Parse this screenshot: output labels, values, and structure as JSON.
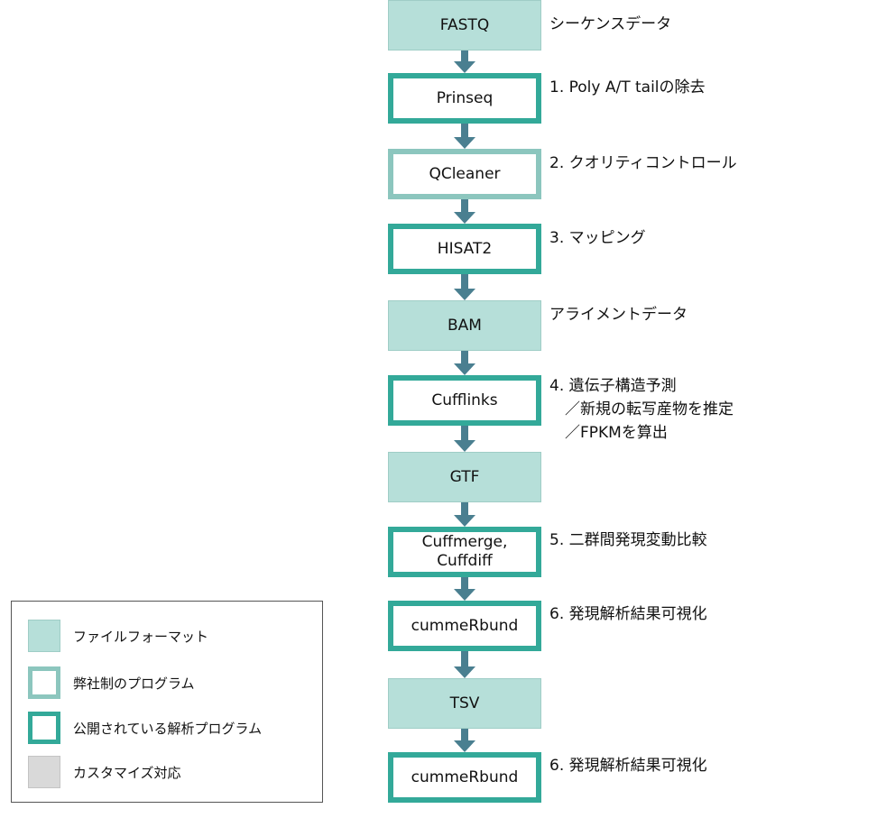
{
  "colors": {
    "file_fill": "#b6dfd9",
    "public_border": "#33a999",
    "inhouse_border": "#8cc6be",
    "custom_fill": "#d9d9d9",
    "arrow": "#4a7f90"
  },
  "flow": [
    {
      "text": "FASTQ",
      "kind": "file",
      "label": "シーケンスデータ"
    },
    {
      "text": "Prinseq",
      "kind": "public",
      "label": "1. Poly A/T tailの除去"
    },
    {
      "text": "QCleaner",
      "kind": "inhouse",
      "label": "2. クオリティコントロール"
    },
    {
      "text": "HISAT2",
      "kind": "public",
      "label": "3. マッピング"
    },
    {
      "text": "BAM",
      "kind": "file",
      "label": "アライメントデータ"
    },
    {
      "text": "Cufflinks",
      "kind": "public",
      "label": "4. 遺伝子構造予測\n　／新規の転写産物を推定\n　／FPKMを算出"
    },
    {
      "text": "GTF",
      "kind": "file",
      "label": ""
    },
    {
      "text": "Cuffmerge,\nCuffdiff",
      "kind": "public",
      "label": "5. 二群間発現変動比較"
    },
    {
      "text": "cummeRbund",
      "kind": "public",
      "label": "6. 発現解析結果可視化"
    },
    {
      "text": "TSV",
      "kind": "file",
      "label": ""
    },
    {
      "text": "cummeRbund",
      "kind": "public",
      "label": "6. 発現解析結果可視化"
    }
  ],
  "legend": [
    {
      "kind": "file",
      "text": "ファイルフォーマット"
    },
    {
      "kind": "inhouse",
      "text": "弊社制のプログラム"
    },
    {
      "kind": "public",
      "text": "公開されている解析プログラム"
    },
    {
      "kind": "custom",
      "text": "カスタマイズ対応"
    }
  ]
}
